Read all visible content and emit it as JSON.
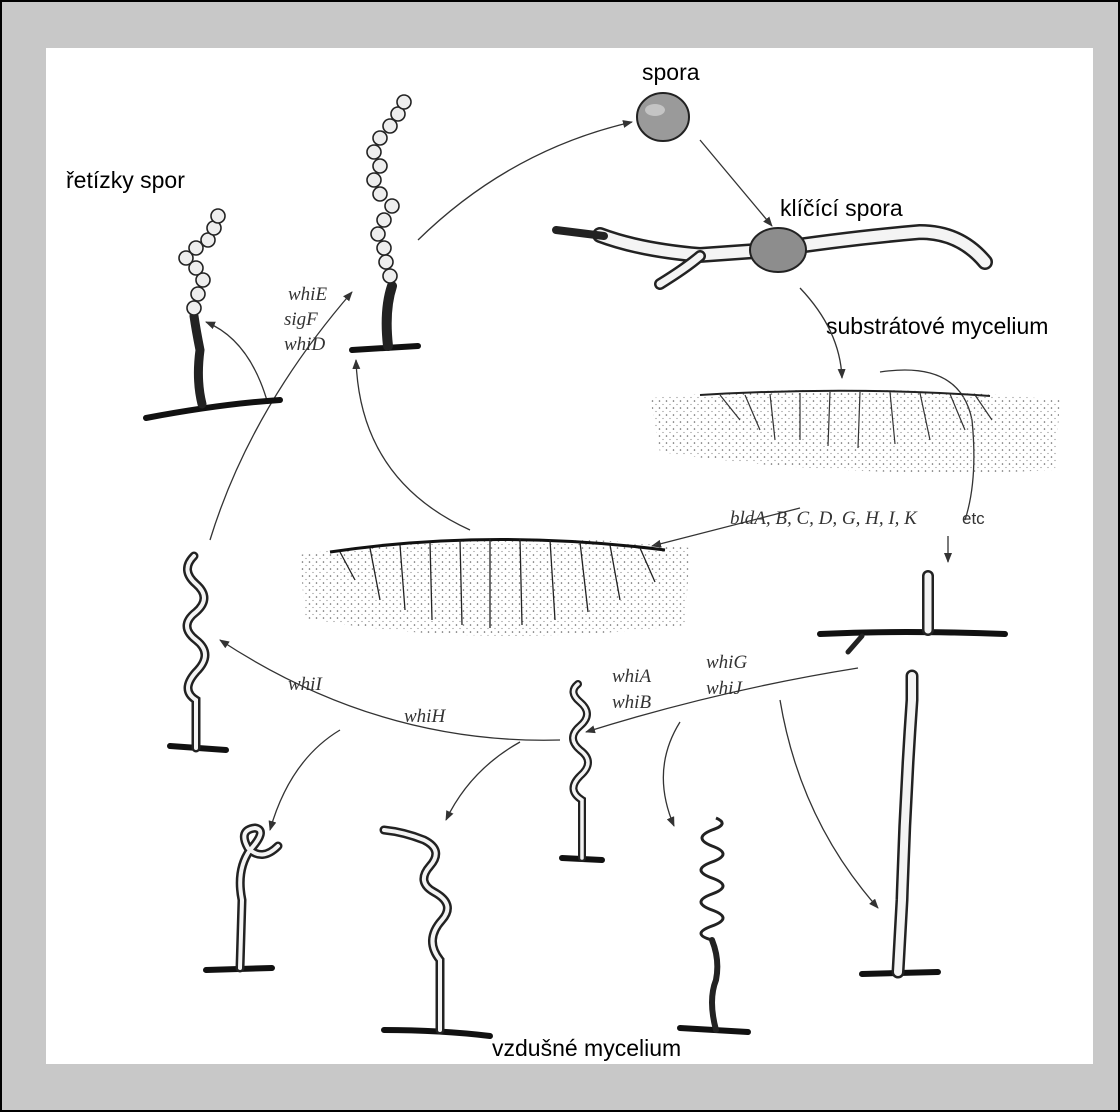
{
  "labels": {
    "spore": "spora",
    "spore_chains": "řetízky spor",
    "germinating_spore": "klíčící spora",
    "substrate_mycelium": "substrátové mycelium",
    "aerial_mycelium": "vzdušné mycelium"
  },
  "genes": {
    "whiE": "whiE",
    "sigF": "sigF",
    "whiD": "whiD",
    "bld": "bldA, B, C, D, G, H, I, K",
    "bld_etc": "etc",
    "whiG": "whiG",
    "whiJ": "whiJ",
    "whiA": "whiA",
    "whiB": "whiB",
    "whiI": "whiI",
    "whiH": "whiH"
  },
  "colors": {
    "background": "#c8c8c8",
    "panel": "#ffffff",
    "ink": "#222222"
  }
}
